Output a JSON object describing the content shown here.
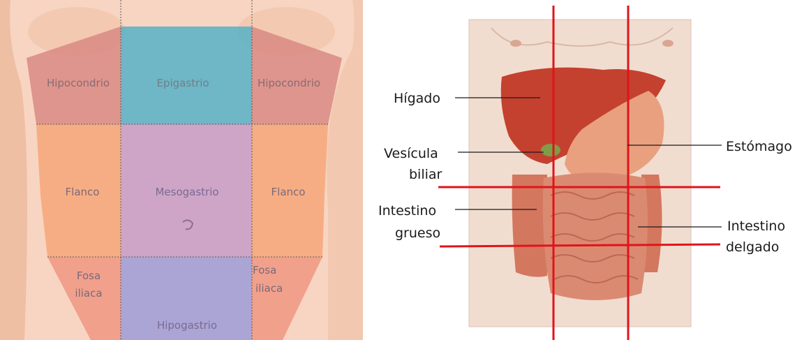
{
  "regions_panel": {
    "labels": {
      "hipocondrio_left": "Hipocondrio",
      "epigastrio": "Epigastrio",
      "hipocondrio_right": "Hipocondrio",
      "flanco_left": "Flanco",
      "mesogastrio": "Mesogastrio",
      "flanco_right": "Flanco",
      "fosa_left_1": "Fosa",
      "fosa_left_2": "iliaca",
      "hipogastrio": "Hipogastrio",
      "fosa_right_1": "Fosa",
      "fosa_right_2": "iliaca"
    },
    "colors": {
      "skin": "#f4c7ad",
      "hypochondrium": "#d98a84",
      "epigastrium": "#5fb3c6",
      "flank": "#f6a97c",
      "mesogastrium": "#c9a0c8",
      "iliac": "#ef9a86",
      "hypogastrium": "#a6a2d6"
    }
  },
  "organs_panel": {
    "labels": {
      "higado": "Hígado",
      "vesicula_1": "Vesícula",
      "vesicula_2": "biliar",
      "intestino_grueso_1": "Intestino",
      "intestino_grueso_2": "grueso",
      "estomago": "Estómago",
      "intestino_delgado_1": "Intestino",
      "intestino_delgado_2": "delgado"
    },
    "colors": {
      "division_lines": "#e0141b",
      "liver": "#c4412f",
      "stomach": "#e9a07f",
      "intestine": "#d9826e"
    }
  }
}
